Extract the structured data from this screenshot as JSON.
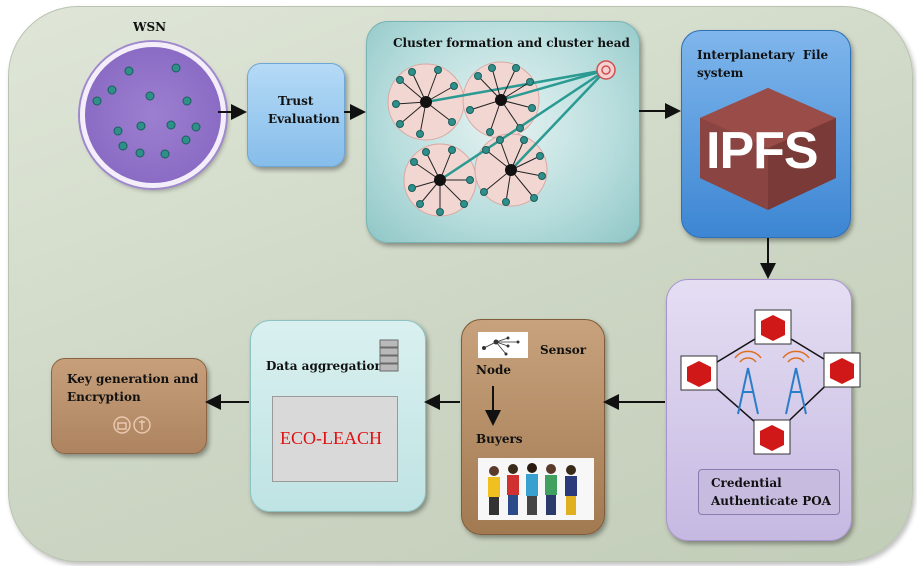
{
  "wsn": {
    "label": "WSN"
  },
  "trust": {
    "line1": "Trust",
    "line2": "Evaluation"
  },
  "cluster": {
    "title": "Cluster formation and cluster head"
  },
  "ipfs": {
    "title_line1": "Interplanetary  File",
    "title_line2": "system",
    "logo_text": "IPFS"
  },
  "poa": {
    "line1": "Credential",
    "line2": "Authenticate POA"
  },
  "sensor": {
    "sensor_label": "Sensor",
    "node_label": "Node",
    "buyers_label": "Buyers"
  },
  "aggregation": {
    "title": "Data aggregation",
    "inner_label": "ECO-LEACH"
  },
  "keygen": {
    "line1": "Key generation and",
    "line2": "Encryption"
  },
  "colors": {
    "trust_box": "#8fc4ee",
    "ipfs_box": "#4a90d9",
    "poa_box": "#c9bde3",
    "sensor_box": "#a07a52",
    "keygen_box": "#b08a66",
    "eco_leach_text": "#e01010"
  }
}
